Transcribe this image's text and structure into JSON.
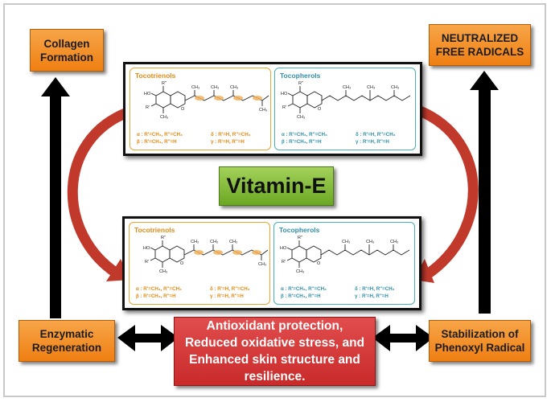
{
  "nodes": {
    "collagen": "Collagen Formation",
    "neutralized": "NEUTRALIZED FREE RADICALS",
    "vitamin": "Vitamin-E",
    "enzymatic": "Enzymatic Regeneration",
    "antioxidant": "Antioxidant protection, Reduced oxidative stress, and Enhanced skin structure and resilience.",
    "stabilization": "Stabilization of Phenoxyl Radical"
  },
  "panel": {
    "tocotrienols": "Tocotrienols",
    "tocopherols": "Tocopherols",
    "alpha": "α : R'=CH₃, R''=CH₃",
    "beta": "β : R'=CH₃, R''=H",
    "delta": "δ : R'=H, R''=CH₃",
    "gamma": "γ : R'=H, R''=H",
    "methyl": "CH₃",
    "ho": "HO",
    "o": "O",
    "r1": "R'",
    "r2": "R''"
  },
  "colors": {
    "orange": "#ef7f12",
    "red": "#c92a2a",
    "green": "#6ba823",
    "curved_arrow": "#c0392b",
    "tocotrienol_accent": "#e08a12",
    "tocopherol_accent": "#2f8fa8"
  }
}
